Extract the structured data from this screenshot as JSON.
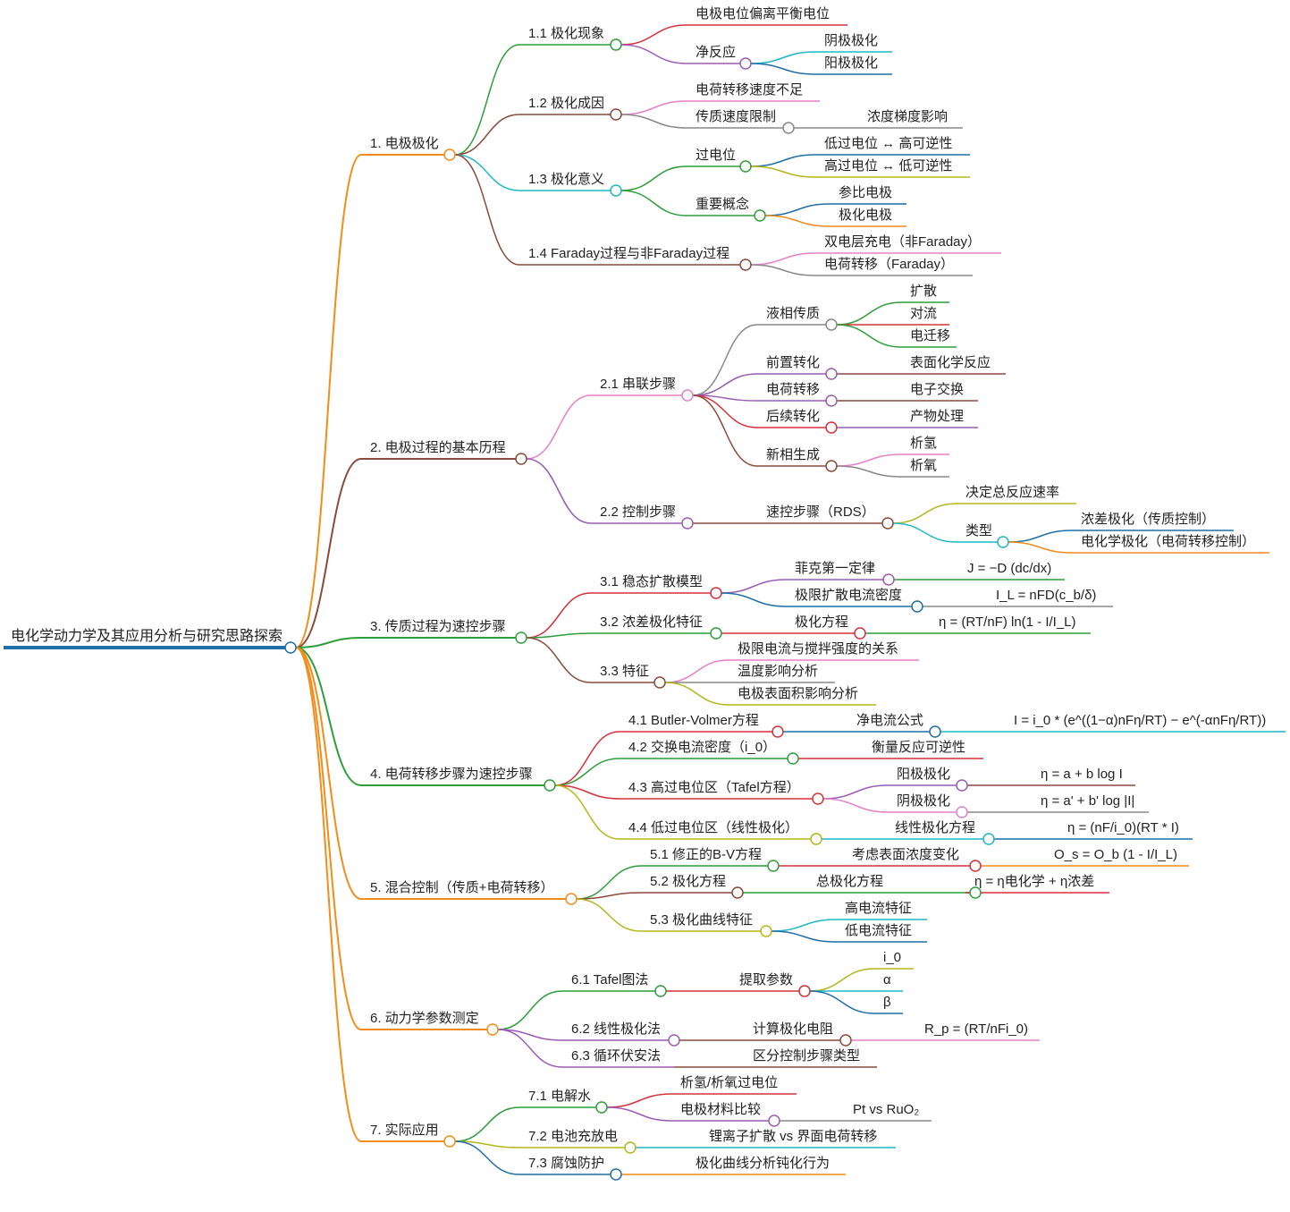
{
  "root": {
    "label": "电化学动力学及其应用分析与研究思路探索",
    "color": "#1f6fa8"
  },
  "branches": [
    {
      "id": "b1",
      "label": "1. 电极极化",
      "color": "#f28c1a",
      "children": [
        {
          "id": "b1-1",
          "label": "1.1 极化现象",
          "color": "#2e9e3a",
          "children": [
            {
              "label": "电极电位偏离平衡电位",
              "color": "#d6303a"
            },
            {
              "label": "净反应",
              "color": "#9b5bb5",
              "children": [
                {
                  "label": "阴极极化",
                  "color": "#1fb7c7"
                },
                {
                  "label": "阳极极化",
                  "color": "#1f6fa8"
                }
              ]
            }
          ]
        },
        {
          "id": "b1-2",
          "label": "1.2 极化成因",
          "color": "#8b4a3a",
          "children": [
            {
              "label": "电荷转移速度不足",
              "color": "#e680c8"
            },
            {
              "label": "传质速度限制",
              "color": "#888888",
              "children": [
                {
                  "label": "浓度梯度影响",
                  "color": "#888888"
                }
              ]
            }
          ]
        },
        {
          "id": "b1-3",
          "label": "1.3 极化意义",
          "color": "#1fb7c7",
          "children": [
            {
              "label": "过电位",
              "color": "#2e9e3a",
              "children": [
                {
                  "label": "低过电位 ↔ 高可逆性",
                  "color": "#1f6fa8"
                },
                {
                  "label": "高过电位 ↔ 低可逆性",
                  "color": "#b5b51a"
                }
              ]
            },
            {
              "label": "重要概念",
              "color": "#2e9e3a",
              "children": [
                {
                  "label": "参比电极",
                  "color": "#1f6fa8"
                },
                {
                  "label": "极化电极",
                  "color": "#f28c1a"
                }
              ]
            }
          ]
        },
        {
          "id": "b1-4",
          "label": "1.4 Faraday过程与非Faraday过程",
          "color": "#8b4a3a",
          "children": [
            {
              "label": "双电层充电（非Faraday）",
              "color": "#e680c8"
            },
            {
              "label": "电荷转移（Faraday）",
              "color": "#888888"
            }
          ]
        }
      ]
    },
    {
      "id": "b2",
      "label": "2. 电极过程的基本历程",
      "color": "#8b4a3a",
      "children": [
        {
          "id": "b2-1",
          "label": "2.1 串联步骤",
          "color": "#e680c8",
          "children": [
            {
              "label": "液相传质",
              "color": "#888888",
              "children": [
                {
                  "label": "扩散",
                  "color": "#2e9e3a"
                },
                {
                  "label": "对流",
                  "color": "#d6303a"
                },
                {
                  "label": "电迁移",
                  "color": "#2e9e3a"
                }
              ]
            },
            {
              "label": "前置转化",
              "color": "#9b5bb5",
              "children": [
                {
                  "label": "表面化学反应",
                  "color": "#8b4a3a"
                }
              ]
            },
            {
              "label": "电荷转移",
              "color": "#9b5bb5",
              "children": [
                {
                  "label": "电子交换",
                  "color": "#8b4a3a"
                }
              ]
            },
            {
              "label": "后续转化",
              "color": "#d6303a",
              "children": [
                {
                  "label": "产物处理",
                  "color": "#9b5bb5"
                }
              ]
            },
            {
              "label": "新相生成",
              "color": "#8b4a3a",
              "children": [
                {
                  "label": "析氢",
                  "color": "#e680c8"
                },
                {
                  "label": "析氧",
                  "color": "#888888"
                }
              ]
            }
          ]
        },
        {
          "id": "b2-2",
          "label": "2.2 控制步骤",
          "color": "#9b5bb5",
          "children": [
            {
              "label": "速控步骤（RDS）",
              "color": "#8b4a3a",
              "children": [
                {
                  "label": "决定总反应速率",
                  "color": "#b5b51a"
                },
                {
                  "label": "类型",
                  "color": "#1fb7c7",
                  "children": [
                    {
                      "label": "浓差极化（传质控制）",
                      "color": "#1f6fa8"
                    },
                    {
                      "label": "电化学极化（电荷转移控制）",
                      "color": "#f28c1a"
                    }
                  ]
                }
              ]
            }
          ]
        }
      ]
    },
    {
      "id": "b3",
      "label": "3. 传质过程为速控步骤",
      "color": "#2e9e3a",
      "children": [
        {
          "id": "b3-1",
          "label": "3.1 稳态扩散模型",
          "color": "#d6303a",
          "children": [
            {
              "label": "菲克第一定律",
              "color": "#9b5bb5",
              "children": [
                {
                  "label": "J = −D (dc/dx)",
                  "color": "#2e9e3a"
                }
              ]
            },
            {
              "label": "极限扩散电流密度",
              "color": "#1f6fa8",
              "children": [
                {
                  "label": "I_L = nFD(c_b/δ)",
                  "color": "#888888"
                }
              ]
            }
          ]
        },
        {
          "id": "b3-2",
          "label": "3.2 浓差极化特征",
          "color": "#2e9e3a",
          "children": [
            {
              "label": "极化方程",
              "color": "#d6303a",
              "children": [
                {
                  "label": "η = (RT/nF) ln(1 - I/I_L)",
                  "color": "#2e9e3a"
                }
              ]
            }
          ]
        },
        {
          "id": "b3-3",
          "label": "3.3 特征",
          "color": "#8b4a3a",
          "children": [
            {
              "label": "极限电流与搅拌强度的关系",
              "color": "#e680c8"
            },
            {
              "label": "温度影响分析",
              "color": "#888888"
            },
            {
              "label": "电极表面积影响分析",
              "color": "#b5b51a"
            }
          ]
        }
      ]
    },
    {
      "id": "b4",
      "label": "4. 电荷转移步骤为速控步骤",
      "color": "#2e9e3a",
      "children": [
        {
          "id": "b4-1",
          "label": "4.1 Butler-Volmer方程",
          "color": "#d6303a",
          "children": [
            {
              "label": "净电流公式",
              "color": "#1f6fa8",
              "children": [
                {
                  "label": "I = i_0 * (e^((1−α)nFη/RT) − e^(-αnFη/RT))",
                  "color": "#1fb7c7"
                }
              ]
            }
          ]
        },
        {
          "id": "b4-2",
          "label": "4.2 交换电流密度（i_0）",
          "color": "#2e9e3a",
          "children": [
            {
              "label": "衡量反应可逆性",
              "color": "#d6303a"
            }
          ]
        },
        {
          "id": "b4-3",
          "label": "4.3 高过电位区（Tafel方程）",
          "color": "#d6303a",
          "children": [
            {
              "label": "阳极极化",
              "color": "#9b5bb5",
              "children": [
                {
                  "label": "η = a + b log I",
                  "color": "#8b4a3a"
                }
              ]
            },
            {
              "label": "阴极极化",
              "color": "#e680c8",
              "children": [
                {
                  "label": "η = a' + b' log |I|",
                  "color": "#888888"
                }
              ]
            }
          ]
        },
        {
          "id": "b4-4",
          "label": "4.4 低过电位区（线性极化）",
          "color": "#b5b51a",
          "children": [
            {
              "label": "线性极化方程",
              "color": "#1fb7c7",
              "children": [
                {
                  "label": "η = (nF/i_0)(RT * I)",
                  "color": "#1f6fa8"
                }
              ]
            }
          ]
        }
      ]
    },
    {
      "id": "b5",
      "label": "5. 混合控制（传质+电荷转移）",
      "color": "#f28c1a",
      "children": [
        {
          "id": "b5-1",
          "label": "5.1 修正的B-V方程",
          "color": "#2e9e3a",
          "children": [
            {
              "label": "考虑表面浓度变化",
              "color": "#d6303a",
              "children": [
                {
                  "label": "O_s = O_b (1 - I/I_L)",
                  "color": "#f28c1a"
                }
              ]
            }
          ]
        },
        {
          "id": "b5-2",
          "label": "5.2 极化方程",
          "color": "#8b4a3a",
          "children": [
            {
              "label": "总极化方程",
              "color": "#2e9e3a",
              "children": [
                {
                  "label": "η = η电化学 + η浓差",
                  "color": "#d6303a"
                }
              ]
            }
          ]
        },
        {
          "id": "b5-3",
          "label": "5.3 极化曲线特征",
          "color": "#b5b51a",
          "children": [
            {
              "label": "高电流特征",
              "color": "#1fb7c7"
            },
            {
              "label": "低电流特征",
              "color": "#1f6fa8"
            }
          ]
        }
      ]
    },
    {
      "id": "b6",
      "label": "6. 动力学参数测定",
      "color": "#f28c1a",
      "children": [
        {
          "id": "b6-1",
          "label": "6.1 Tafel图法",
          "color": "#2e9e3a",
          "children": [
            {
              "label": "提取参数",
              "color": "#d6303a",
              "children": [
                {
                  "label": "i_0",
                  "color": "#b5b51a"
                },
                {
                  "label": "α",
                  "color": "#1fb7c7"
                },
                {
                  "label": "β",
                  "color": "#1f6fa8"
                }
              ]
            }
          ]
        },
        {
          "id": "b6-2",
          "label": "6.2 线性极化法",
          "color": "#9b5bb5",
          "children": [
            {
              "label": "计算极化电阻",
              "color": "#8b4a3a",
              "children": [
                {
                  "label": "R_p = (RT/nFi_0)",
                  "color": "#e680c8"
                }
              ]
            }
          ]
        },
        {
          "id": "b6-3",
          "label": "6.3 循环伏安法",
          "color": "#9b5bb5",
          "children": [
            {
              "label": "区分控制步骤类型",
              "color": "#8b4a3a"
            }
          ]
        }
      ]
    },
    {
      "id": "b7",
      "label": "7. 实际应用",
      "color": "#f28c1a",
      "children": [
        {
          "id": "b7-1",
          "label": "7.1 电解水",
          "color": "#2e9e3a",
          "children": [
            {
              "label": "析氢/析氧过电位",
              "color": "#d6303a"
            },
            {
              "label": "电极材料比较",
              "color": "#9b5bb5",
              "children": [
                {
                  "label": "Pt vs RuO₂",
                  "color": "#888888"
                }
              ]
            }
          ]
        },
        {
          "id": "b7-2",
          "label": "7.2 电池充放电",
          "color": "#b5b51a",
          "children": [
            {
              "label": "锂离子扩散 vs 界面电荷转移",
              "color": "#1fb7c7"
            }
          ]
        },
        {
          "id": "b7-3",
          "label": "7.3 腐蚀防护",
          "color": "#1f6fa8",
          "children": [
            {
              "label": "极化曲线分析钝化行为",
              "color": "#f28c1a"
            }
          ]
        }
      ]
    }
  ]
}
